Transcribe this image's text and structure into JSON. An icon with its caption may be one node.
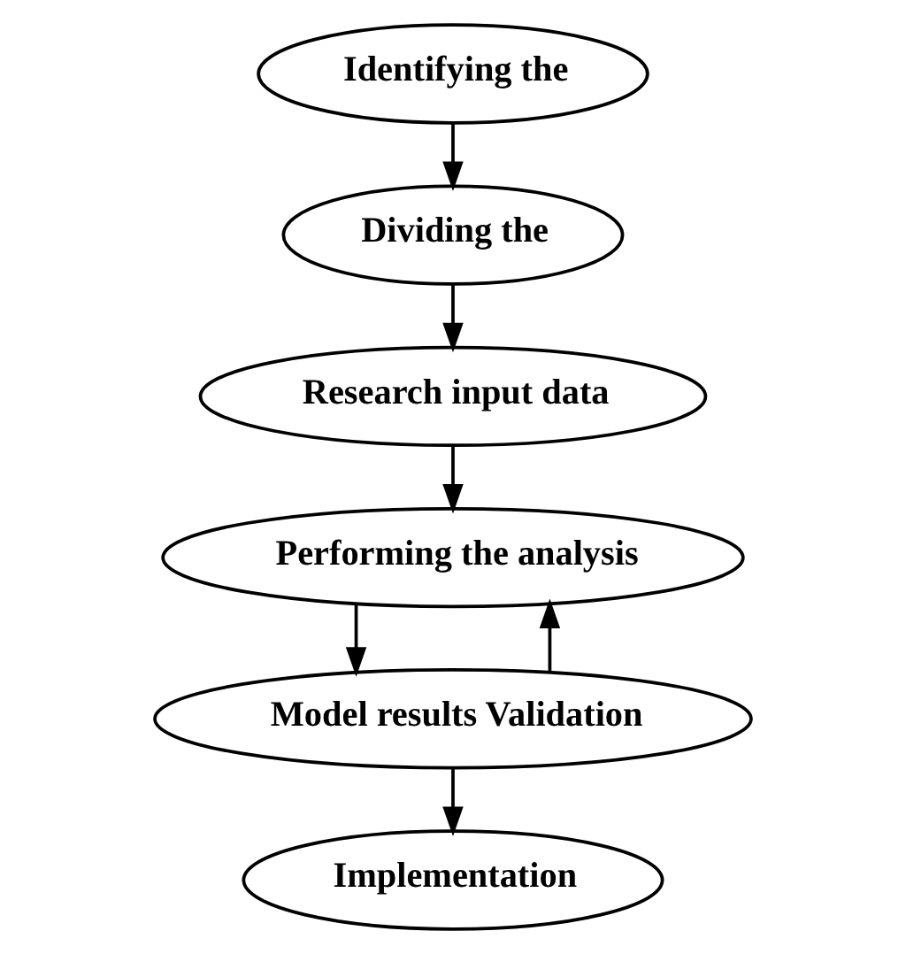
{
  "diagram": {
    "nodes": [
      {
        "text": [
          "Identifying the"
        ]
      },
      {
        "text": [
          "Dividing the"
        ]
      },
      {
        "text": [
          "Research input data"
        ]
      },
      {
        "text": [
          "Performing the analysis"
        ]
      },
      {
        "text": [
          "Model results Validation"
        ]
      },
      {
        "text": [
          "Implementation"
        ]
      }
    ],
    "edges": [
      {
        "from": 0,
        "to": 1,
        "arrow": "to"
      },
      {
        "from": 1,
        "to": 2,
        "arrow": "to"
      },
      {
        "from": 2,
        "to": 3,
        "arrow": "to"
      },
      {
        "from": 3,
        "to": 4,
        "arrow": "to"
      },
      {
        "from": 4,
        "to": 3,
        "arrow": "to"
      },
      {
        "from": 4,
        "to": 5,
        "arrow": "to"
      }
    ]
  }
}
